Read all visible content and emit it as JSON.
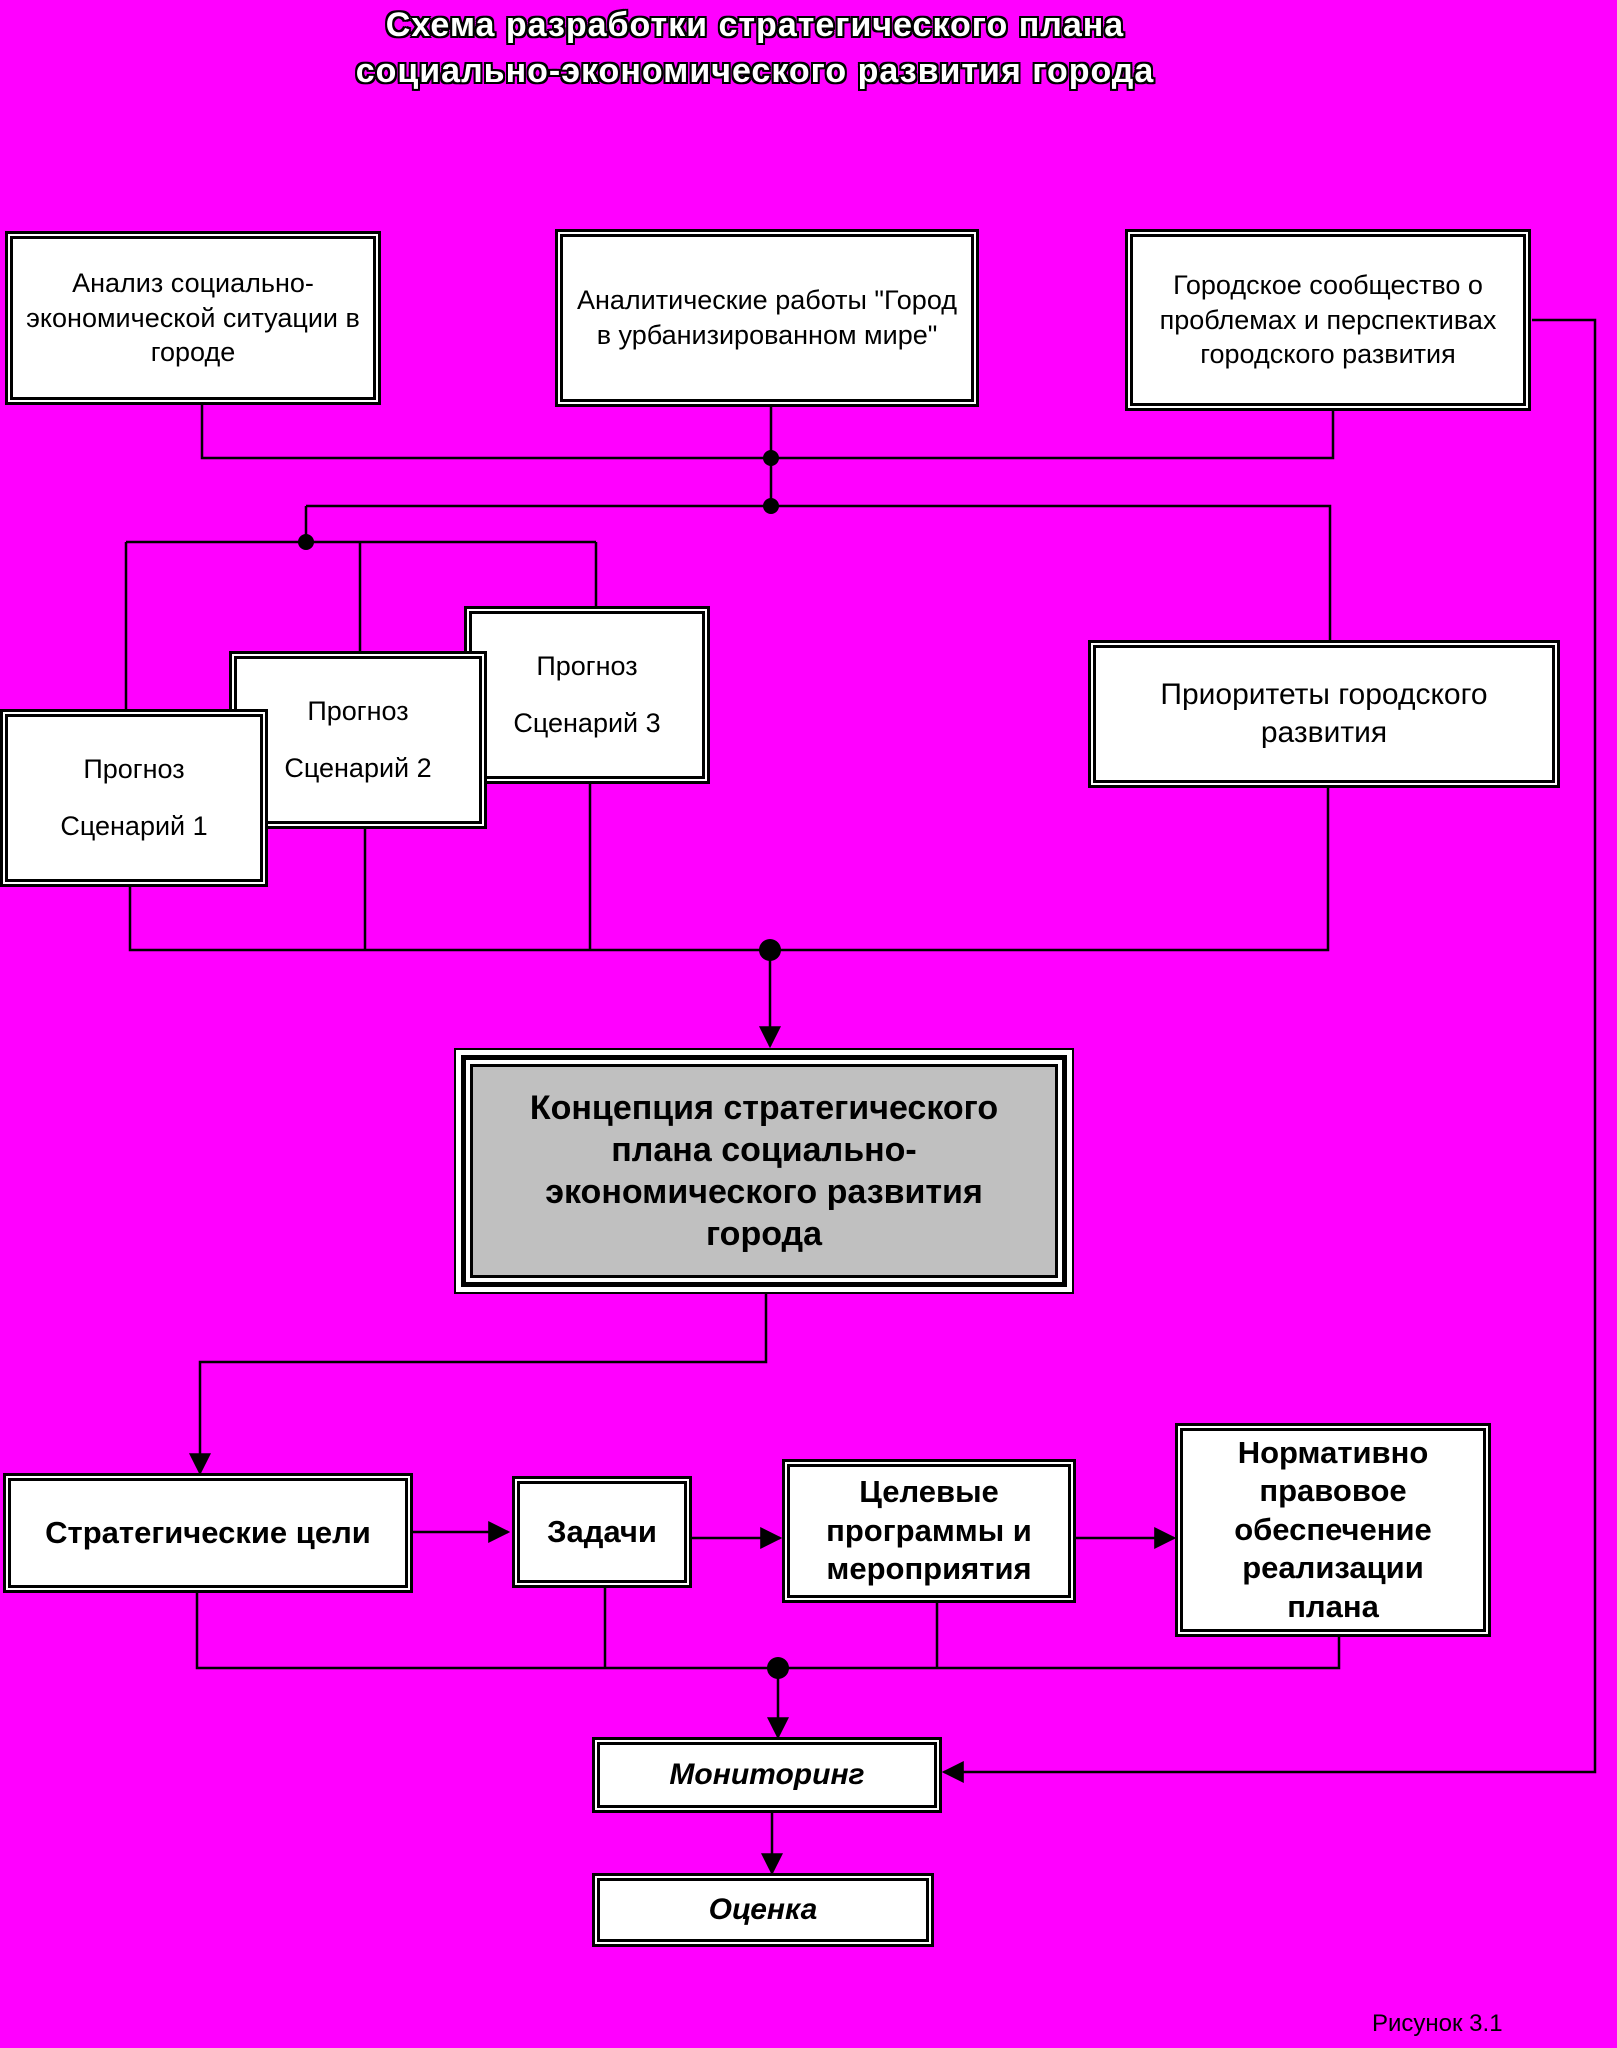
{
  "title": {
    "line1": "Схема разработки стратегического плана",
    "line2": "социально-экономического развития города"
  },
  "inputs": {
    "analysis": "Анализ социально-экономической ситуации в городе",
    "analytical_works": "Аналитические работы \"Город в урбанизированном мире\"",
    "community": "Городское сообщество о проблемах и перспективах городского развития"
  },
  "forecasts": [
    {
      "label": "Прогноз",
      "scenario": "Сценарий 1"
    },
    {
      "label": "Прогноз",
      "scenario": "Сценарий 2"
    },
    {
      "label": "Прогноз",
      "scenario": "Сценарий 3"
    }
  ],
  "priorities": "Приоритеты городского развития",
  "concept": "Концепция стратегического плана социально-экономического развития города",
  "implementation": {
    "goals": "Стратегические цели",
    "tasks": "Задачи",
    "programs": "Целевые программы и мероприятия",
    "legal": "Нормативно правовое обеспечение реализации плана"
  },
  "monitoring": "Мониторинг",
  "evaluation": "Оценка",
  "caption": "Рисунок 3.1",
  "colors": {
    "background": "#ff00ff",
    "box": "#ffffff",
    "concept_fill": "#c0c0c0",
    "line": "#000000"
  }
}
